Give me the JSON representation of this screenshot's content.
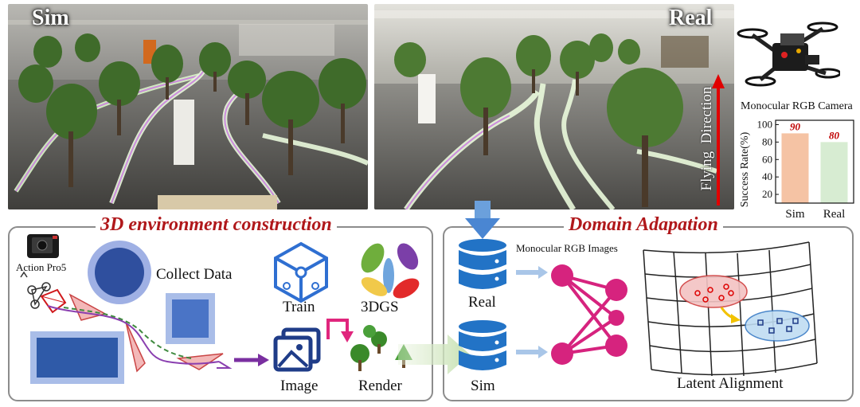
{
  "photos": {
    "sim_label": "Sim",
    "real_label": "Real",
    "flying_direction": "Flying  Direction"
  },
  "drone": {
    "camera_label": "Monocular RGB Camera"
  },
  "chart_data": {
    "type": "bar",
    "categories": [
      "Sim",
      "Real"
    ],
    "values": [
      90,
      80
    ],
    "data_labels": [
      "90",
      "80"
    ],
    "ylabel": "Success Rate(%)",
    "yticks": [
      20,
      40,
      60,
      80,
      100
    ],
    "ylim": [
      10,
      105
    ],
    "colors": [
      "#f5c3a4",
      "#d7ecd2"
    ],
    "label_color": "#c00000"
  },
  "construction": {
    "title": "3D environment construction",
    "camera_label": "Action Pro5",
    "collect_label": "Collect Data",
    "train_label": "Train",
    "gs_label": "3DGS",
    "image_label": "Image",
    "render_label": "Render"
  },
  "adaptation": {
    "title": "Domain Adapation",
    "rgb_images_label": "Monocular RGB Images",
    "real_label": "Real",
    "sim_label": "Sim",
    "latent_label": "Latent Alignment"
  },
  "colors": {
    "accent_red": "#b0181b",
    "db_blue": "#2273c6",
    "net_pink": "#d6237e",
    "arrow_purple": "#7a2fa0",
    "train_blue": "#2f6fd1",
    "image_navy": "#1f3c88"
  }
}
